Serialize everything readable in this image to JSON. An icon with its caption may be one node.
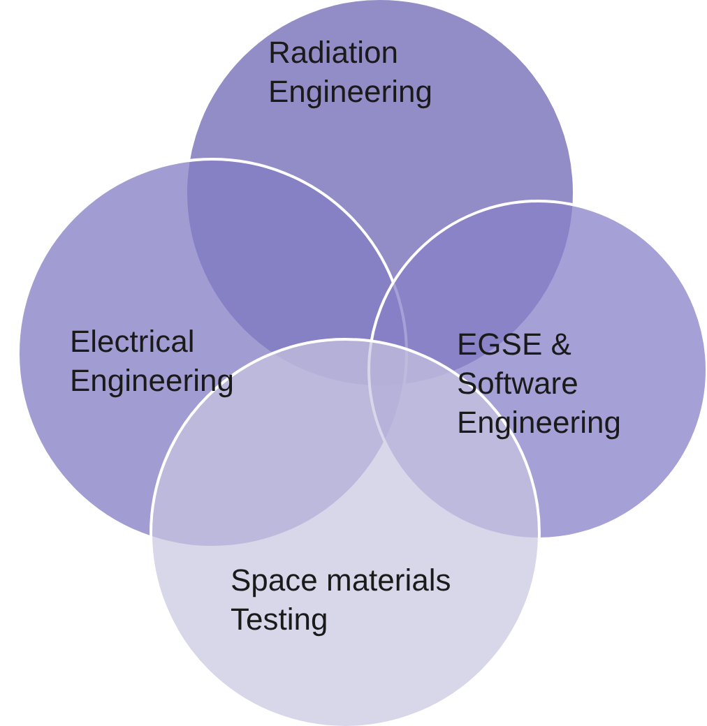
{
  "diagram": {
    "nodes": [
      {
        "text": [
          "Radiation Engineering"
        ]
      },
      {
        "text": [
          "Electrical Engineering"
        ]
      },
      {
        "text": [
          "EGSE & Software Engineering"
        ]
      },
      {
        "text": [
          "Space materials Testing"
        ]
      }
    ]
  }
}
